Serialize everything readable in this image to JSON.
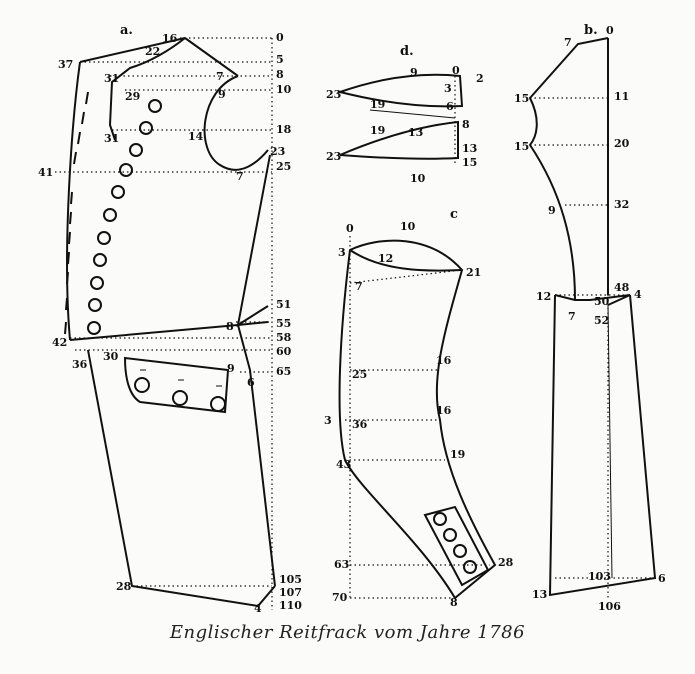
{
  "caption": "Englischer Reitfrack vom Jahre 1786",
  "pieces": {
    "a": {
      "letter": "a.",
      "ruler": [
        "0",
        "5",
        "8",
        "10",
        "18",
        "23",
        "25",
        "51",
        "55",
        "58",
        "60",
        "65",
        "105",
        "107",
        "110"
      ],
      "labels": [
        "16",
        "22",
        "37",
        "7",
        "9",
        "31",
        "29",
        "31",
        "14",
        "41",
        "7",
        "8",
        "42",
        "36",
        "30",
        "9",
        "6",
        "28",
        "4"
      ]
    },
    "b": {
      "letter": "b.",
      "labels": [
        "7",
        "0",
        "15",
        "11",
        "15",
        "20",
        "9",
        "32",
        "12",
        "7",
        "50",
        "52",
        "48",
        "4",
        "103",
        "6",
        "13",
        "106"
      ]
    },
    "c": {
      "letter": "c",
      "labels": [
        "0",
        "10",
        "3",
        "12",
        "21",
        "7",
        "25",
        "16",
        "3",
        "36",
        "16",
        "43",
        "19",
        "63",
        "28",
        "70",
        "8"
      ]
    },
    "d": {
      "letter": "d.",
      "labels": [
        "9",
        "0",
        "2",
        "23",
        "19",
        "3",
        "6",
        "8",
        "19",
        "13",
        "23",
        "13",
        "10",
        "15"
      ]
    }
  }
}
